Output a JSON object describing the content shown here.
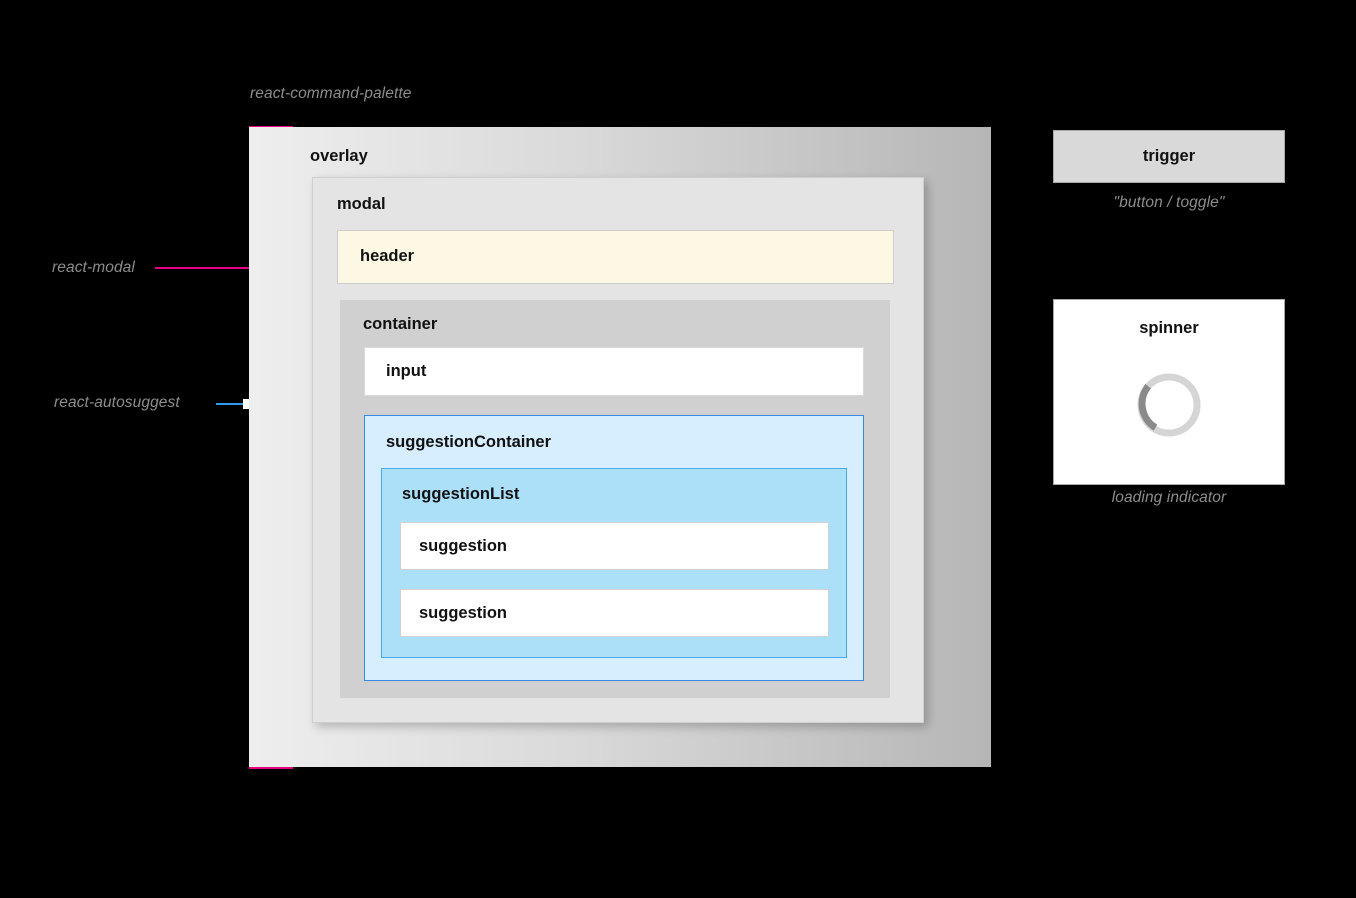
{
  "diagram": {
    "title_annotation": "react-command-palette",
    "annotations": [
      {
        "id": "react-modal",
        "label": "react-modal",
        "color": "#e6007e"
      },
      {
        "id": "react-autosuggest",
        "label": "react-autosuggest",
        "color": "#2e9bf0"
      }
    ]
  },
  "overlay": {
    "label": "overlay",
    "color": "#d9d9d9",
    "modal": {
      "label": "modal",
      "color": "#e4e4e4",
      "header": {
        "label": "header",
        "color": "#fdf8e3"
      },
      "container": {
        "label": "container",
        "color": "#d0d0d0",
        "input": {
          "label": "input",
          "color": "#ffffff"
        },
        "suggestion_container": {
          "label": "suggestionContainer",
          "color": "#d6eeff",
          "border_color": "#3b86e0",
          "suggestion_list": {
            "label": "suggestionList",
            "color": "#ace0f9",
            "border_color": "#4aabe8",
            "suggestions": [
              {
                "label": "suggestion"
              },
              {
                "label": "suggestion"
              }
            ]
          }
        }
      }
    }
  },
  "side_panel": {
    "trigger": {
      "label": "trigger",
      "caption": "\"button / toggle\"",
      "color": "#d9d9d9"
    },
    "spinner": {
      "label": "spinner",
      "caption": "loading indicator",
      "track_color": "#d5d5d5",
      "arc_color": "#8a8a8a"
    }
  }
}
